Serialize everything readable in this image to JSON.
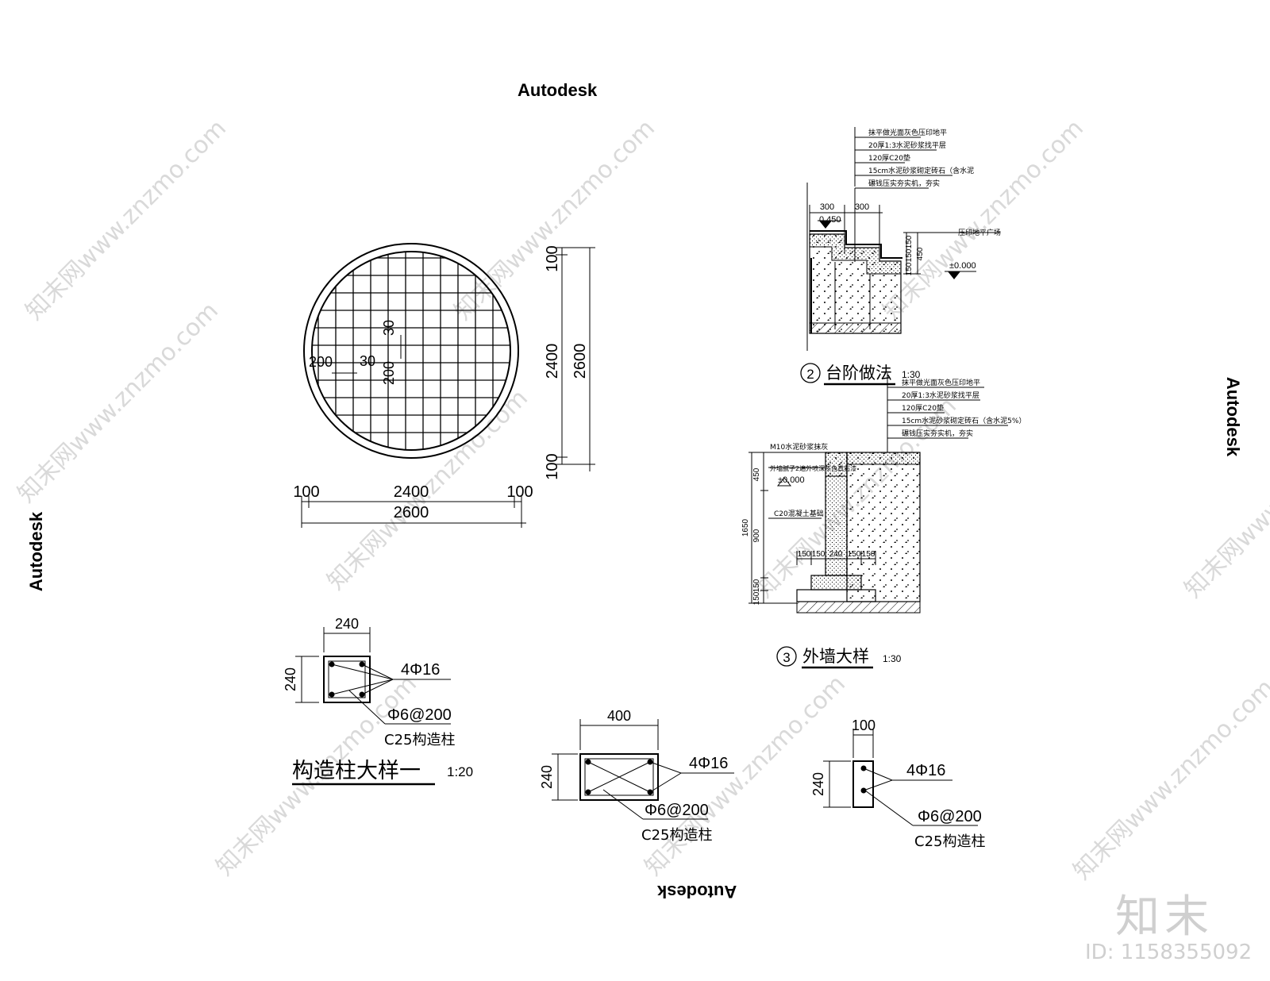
{
  "watermark": {
    "autodesk": "Autodesk",
    "site": "知末网www.znzmo.com"
  },
  "brand": {
    "name": "知末",
    "id": "ID: 1158355092"
  },
  "grate": {
    "dims_v": [
      "100",
      "2400",
      "100",
      "2600"
    ],
    "dims_h": [
      "100",
      "2400",
      "100",
      "2600"
    ],
    "inner": [
      "200",
      "30",
      "30",
      "200"
    ]
  },
  "step": {
    "notes": [
      "抹平做光面灰色压印地平",
      "20厚1:3水泥砂浆找平层",
      "120厚C20垫",
      "15cm水泥砂浆砌定砖石（含水泥",
      "碾钱压实夯实机，夯实"
    ],
    "dims": [
      "300",
      "300",
      "150",
      "150",
      "150",
      "450"
    ],
    "level_top": "0.450",
    "level_zero": "±0.000",
    "plaza": "压印地平广场",
    "title_num": "2",
    "title": "台阶做法",
    "scale": "1:30"
  },
  "wall": {
    "notes": [
      "抹平做光面灰色压印地平",
      "20厚1:3水泥砂浆找平层",
      "120厚C20垫",
      "15cm水泥砂浆砌定砖石（含水泥5%）",
      "碾钱压实夯实机，夯实"
    ],
    "left_notes": [
      "M10水泥砂浆抹灰",
      "外墙腻子2遍外喷深灰色真石漆",
      "C20混凝土基础"
    ],
    "level_zero": "±0.000",
    "dims_v": [
      "450",
      "900",
      "1650",
      "150",
      "150"
    ],
    "dims_h": [
      "150",
      "150",
      "240",
      "150",
      "150"
    ],
    "title_num": "3",
    "title": "外墙大样",
    "scale": "1:30"
  },
  "col1": {
    "w": "240",
    "h": "240",
    "bar": "4Φ16",
    "stirrup": "Φ6@200",
    "concrete": "C25构造柱",
    "title": "构造柱大样一",
    "scale": "1:20"
  },
  "col2": {
    "w": "400",
    "h": "240",
    "bar": "4Φ16",
    "stirrup": "Φ6@200",
    "concrete": "C25构造柱"
  },
  "col3": {
    "w": "100",
    "h": "240",
    "bar": "4Φ16",
    "stirrup": "Φ6@200",
    "concrete": "C25构造柱"
  }
}
